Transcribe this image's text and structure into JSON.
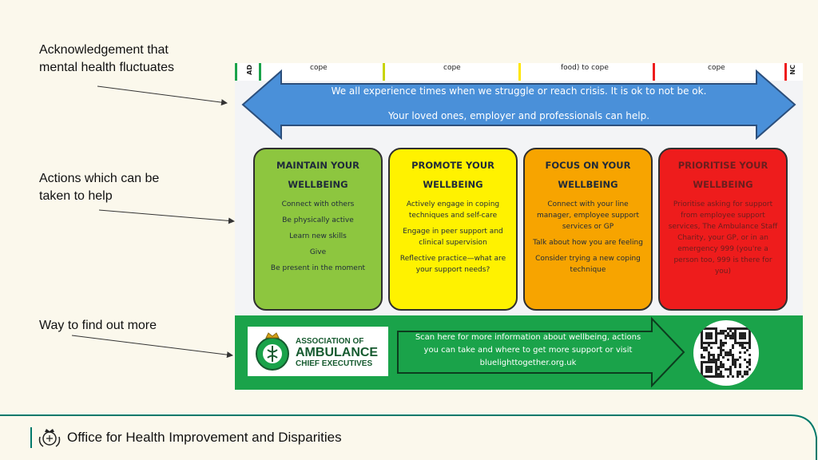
{
  "annotations": {
    "fluctuates": [
      "Acknowledgement that",
      "mental health fluctuates"
    ],
    "actions": [
      "Actions which can be",
      "taken to help"
    ],
    "find_out": [
      "Way to find out more"
    ]
  },
  "poster": {
    "cope_strip": {
      "left_label": "AD",
      "right_label": "NC",
      "words": [
        "cope",
        "cope",
        "food) to cope",
        "cope"
      ]
    },
    "banner": {
      "line1": "We all experience times when we struggle or reach crisis. It is ok to not be ok.",
      "line2": "Your loved ones, employer and professionals can help."
    },
    "cards": [
      {
        "title_line1": "MAINTAIN YOUR",
        "title_line2": "WELLBEING",
        "items": [
          "Connect with others",
          "Be physically active",
          "Learn new skills",
          "Give",
          "Be present in the moment"
        ]
      },
      {
        "title_line1": "PROMOTE YOUR",
        "title_line2": "WELLBEING",
        "items": [
          "Actively engage in coping techniques and self-care",
          "Engage in peer support and clinical supervision",
          "Reflective practice—what are your support needs?"
        ]
      },
      {
        "title_line1": "FOCUS ON YOUR",
        "title_line2": "WELLBEING",
        "items": [
          "Connect with your line manager, employee support services or GP",
          "Talk about how you are feeling",
          "Consider trying a new coping technique"
        ]
      },
      {
        "title_line1": "PRIORITISE YOUR",
        "title_line2": "WELLBEING",
        "items": [
          "Prioritise asking for support from employee support services, The Ambulance Staff Charity, your GP, or in an emergency 999 (you're a person too, 999 is there for you)"
        ]
      }
    ],
    "footer": {
      "logo_line1": "ASSOCIATION OF",
      "logo_line2": "AMBULANCE",
      "logo_line3": "CHIEF EXECUTIVES",
      "text_line1": "Scan here for  more information about wellbeing, actions",
      "text_line2": "you can take and where to get more support or visit",
      "text_line3": "bluelighttogether.org.uk"
    }
  },
  "brand": {
    "name": "Office for Health Improvement and Disparities"
  },
  "colors": {
    "background": "#fbf8ec",
    "maintain": "#8dc63f",
    "promote": "#fff200",
    "focus": "#f7a400",
    "prioritise": "#ee1c1c",
    "banner_arrow": "#4a90d9",
    "footer_green": "#1aa34a",
    "accent_teal": "#00796b"
  }
}
